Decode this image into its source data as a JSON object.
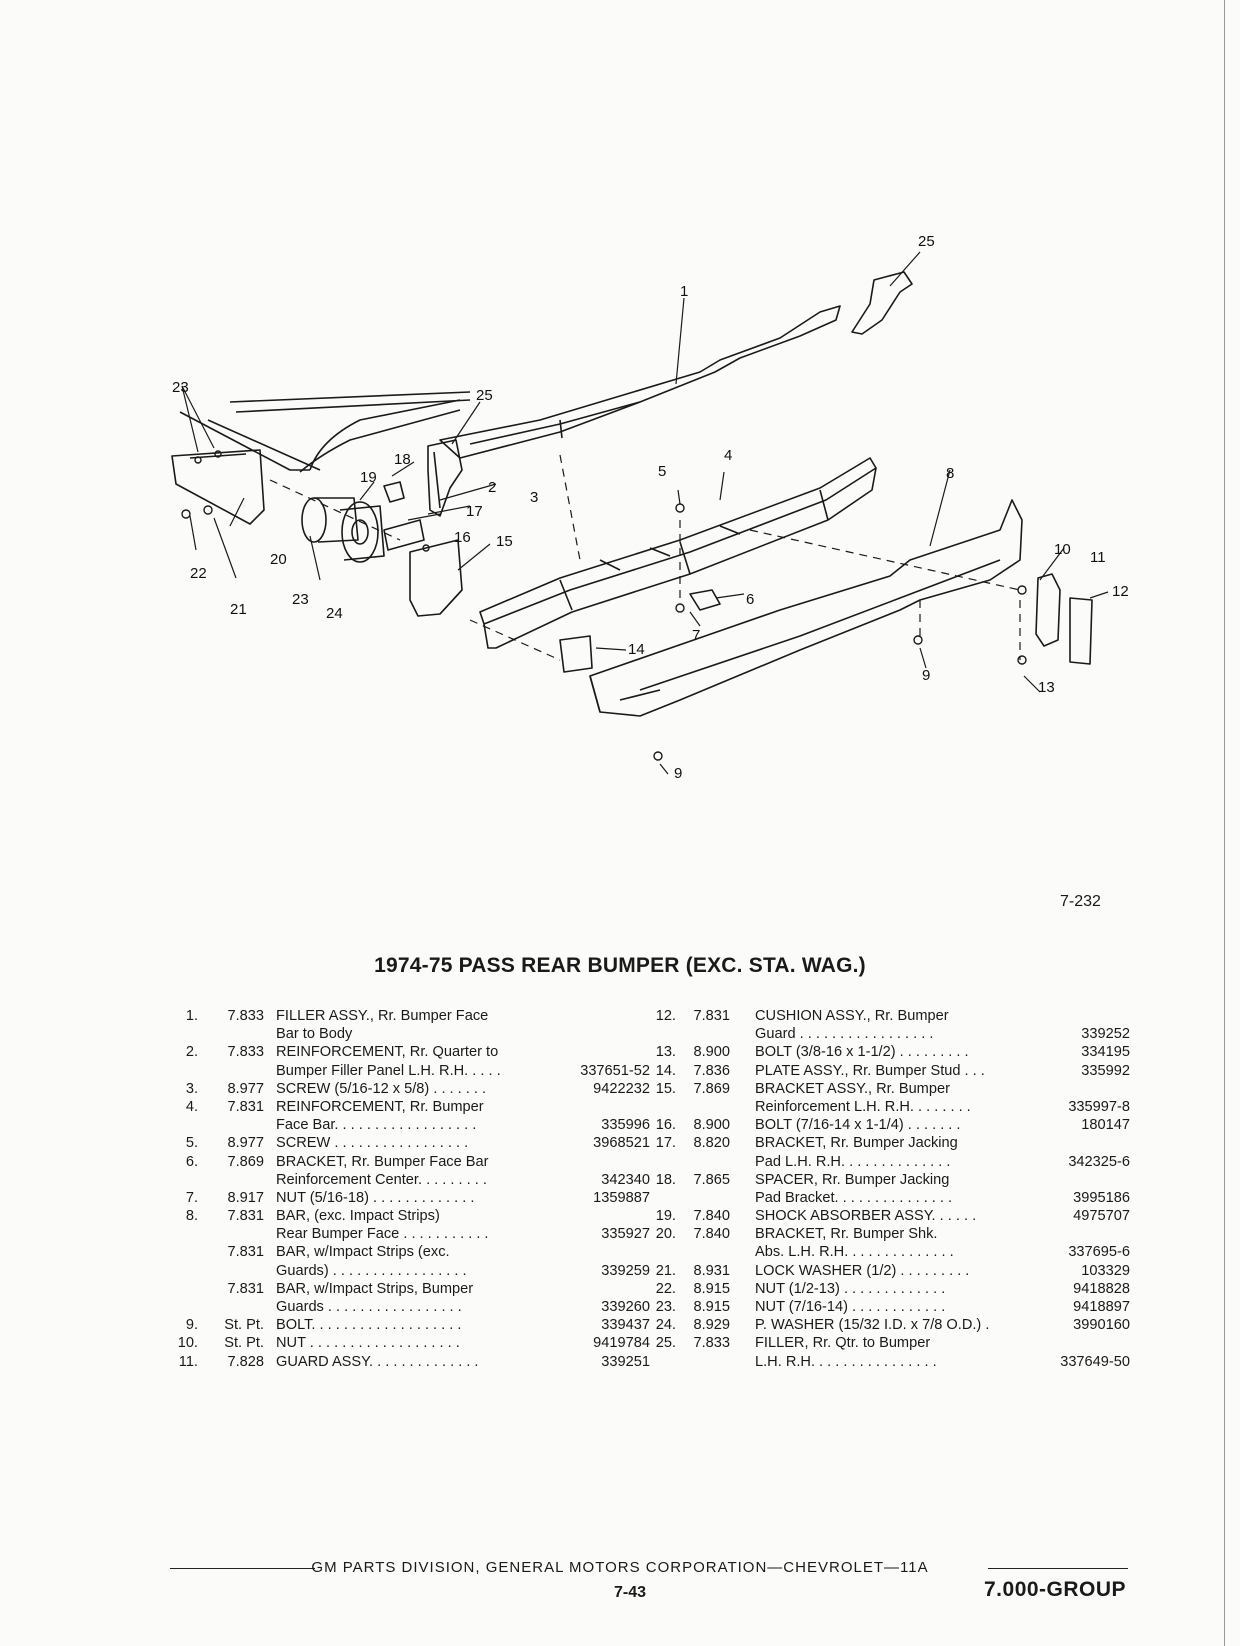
{
  "diagram": {
    "callouts": [
      "1",
      "2",
      "3",
      "4",
      "5",
      "6",
      "7",
      "8",
      "9",
      "9",
      "10",
      "11",
      "12",
      "13",
      "14",
      "15",
      "16",
      "17",
      "18",
      "19",
      "20",
      "21",
      "22",
      "23",
      "23",
      "24",
      "25",
      "25"
    ],
    "figure_code": "7-232"
  },
  "title": "1974-75 PASS REAR BUMPER (EXC. STA. WAG.)",
  "parts_left": [
    {
      "no": "1.",
      "group": "7.833",
      "desc": "FILLER ASSY., Rr. Bumper Face",
      "part": ""
    },
    {
      "no": "",
      "group": "",
      "desc": "Bar to Body",
      "part": ""
    },
    {
      "no": "2.",
      "group": "7.833",
      "desc": "REINFORCEMENT, Rr. Quarter to",
      "part": ""
    },
    {
      "no": "",
      "group": "",
      "desc": "Bumper Filler Panel L.H. R.H. . . . .",
      "part": "337651-52"
    },
    {
      "no": "3.",
      "group": "8.977",
      "desc": "SCREW (5/16-12 x 5/8) . . . . . . .",
      "part": "9422232"
    },
    {
      "no": "4.",
      "group": "7.831",
      "desc": "REINFORCEMENT, Rr. Bumper",
      "part": ""
    },
    {
      "no": "",
      "group": "",
      "desc": "Face Bar. . . . . . . . . . . . . . . . . .",
      "part": "335996"
    },
    {
      "no": "5.",
      "group": "8.977",
      "desc": "SCREW . . . . . . . . . . . . . . . . .",
      "part": "3968521"
    },
    {
      "no": "6.",
      "group": "7.869",
      "desc": "BRACKET, Rr. Bumper Face Bar",
      "part": ""
    },
    {
      "no": "",
      "group": "",
      "desc": "Reinforcement Center. . . . . . . . .",
      "part": "342340"
    },
    {
      "no": "7.",
      "group": "8.917",
      "desc": "NUT (5/16-18) . . . . . . . . . . . . .",
      "part": "1359887"
    },
    {
      "no": "8.",
      "group": "7.831",
      "desc": "BAR, (exc. Impact Strips)",
      "part": ""
    },
    {
      "no": "",
      "group": "",
      "desc": "Rear Bumper Face . . . . . . . . . . .",
      "part": "335927"
    },
    {
      "no": "",
      "group": "7.831",
      "desc": "BAR, w/Impact Strips (exc.",
      "part": ""
    },
    {
      "no": "",
      "group": "",
      "desc": "Guards) . . . . . . . . . . . . . . . . .",
      "part": "339259"
    },
    {
      "no": "",
      "group": "7.831",
      "desc": "BAR, w/Impact Strips, Bumper",
      "part": ""
    },
    {
      "no": "",
      "group": "",
      "desc": "Guards . . . . . . . . . . . . . . . . .",
      "part": "339260"
    },
    {
      "no": "9.",
      "group": "St. Pt.",
      "desc": "BOLT. . . . . . . . . . . . . . . . . . .",
      "part": "339437"
    },
    {
      "no": "10.",
      "group": "St. Pt.",
      "desc": "NUT . . . . . . . . . . . . . . . . . . .",
      "part": "9419784"
    },
    {
      "no": "11.",
      "group": "7.828",
      "desc": "GUARD ASSY. . . . . . . . . . . . . .",
      "part": "339251"
    }
  ],
  "parts_right": [
    {
      "no": "12.",
      "group": "7.831",
      "desc": "CUSHION ASSY., Rr. Bumper",
      "part": ""
    },
    {
      "no": "",
      "group": "",
      "desc": "Guard . . . . . . . . . . . . . . . . .",
      "part": "339252"
    },
    {
      "no": "13.",
      "group": "8.900",
      "desc": "BOLT (3/8-16 x 1-1/2) . . . . . . . . .",
      "part": "334195"
    },
    {
      "no": "14.",
      "group": "7.836",
      "desc": "PLATE ASSY., Rr. Bumper Stud . . .",
      "part": "335992"
    },
    {
      "no": "15.",
      "group": "7.869",
      "desc": "BRACKET ASSY., Rr. Bumper",
      "part": ""
    },
    {
      "no": "",
      "group": "",
      "desc": "Reinforcement L.H. R.H. . . . . . . .",
      "part": "335997-8"
    },
    {
      "no": "16.",
      "group": "8.900",
      "desc": "BOLT (7/16-14 x 1-1/4) . . . . . . .",
      "part": "180147"
    },
    {
      "no": "17.",
      "group": "8.820",
      "desc": "BRACKET, Rr. Bumper Jacking",
      "part": ""
    },
    {
      "no": "",
      "group": "",
      "desc": "Pad L.H. R.H. . . . . . . . . . . . . .",
      "part": "342325-6"
    },
    {
      "no": "18.",
      "group": "7.865",
      "desc": "SPACER, Rr. Bumper Jacking",
      "part": ""
    },
    {
      "no": "",
      "group": "",
      "desc": "Pad Bracket. . . . . . . . . . . . . . .",
      "part": "3995186"
    },
    {
      "no": "19.",
      "group": "7.840",
      "desc": "SHOCK ABSORBER ASSY. . . . . .",
      "part": "4975707"
    },
    {
      "no": "20.",
      "group": "7.840",
      "desc": "BRACKET, Rr. Bumper Shk.",
      "part": ""
    },
    {
      "no": "",
      "group": "",
      "desc": "Abs. L.H. R.H. . . . . . . . . . . . . .",
      "part": "337695-6"
    },
    {
      "no": "21.",
      "group": "8.931",
      "desc": "LOCK WASHER (1/2) . . . . . . . . .",
      "part": "103329"
    },
    {
      "no": "22.",
      "group": "8.915",
      "desc": "NUT (1/2-13) . . . . . . . . . . . . .",
      "part": "9418828"
    },
    {
      "no": "23.",
      "group": "8.915",
      "desc": "NUT (7/16-14) . . . . . . . . . . . .",
      "part": "9418897"
    },
    {
      "no": "24.",
      "group": "8.929",
      "desc": "P. WASHER (15/32 I.D. x 7/8 O.D.) .",
      "part": "3990160"
    },
    {
      "no": "25.",
      "group": "7.833",
      "desc": "FILLER, Rr. Qtr. to Bumper",
      "part": ""
    },
    {
      "no": "",
      "group": "",
      "desc": "L.H. R.H. . . . . . . . . . . . . . . .",
      "part": "337649-50"
    }
  ],
  "footer": {
    "publisher": "GM PARTS DIVISION, GENERAL MOTORS CORPORATION—CHEVROLET—11A",
    "page": "7-43",
    "group": "7.000-GROUP"
  }
}
